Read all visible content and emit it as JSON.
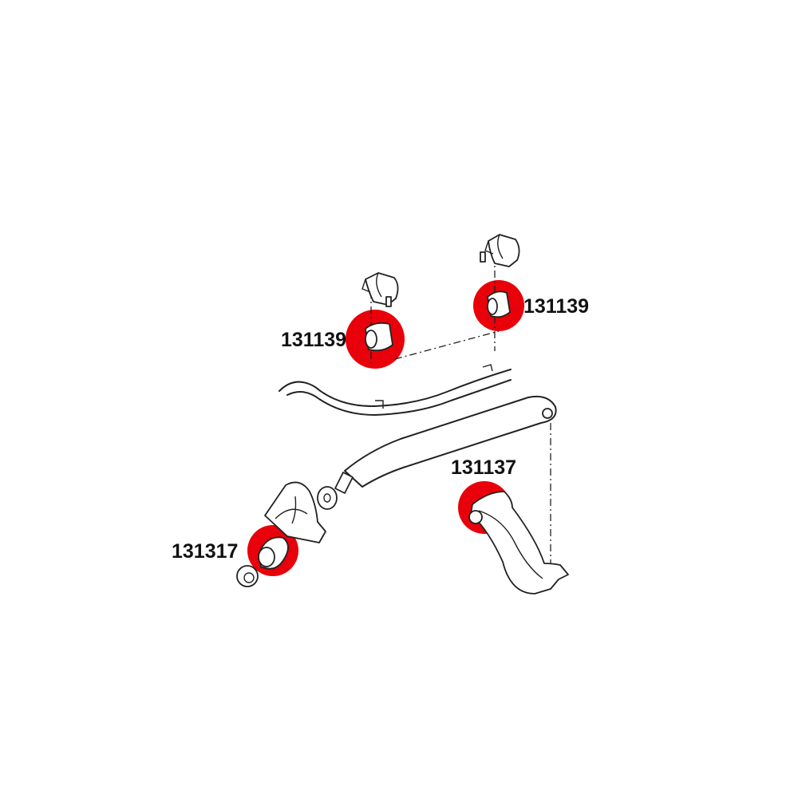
{
  "colors": {
    "highlight": "#e8000a",
    "line": "#222222",
    "background": "#ffffff"
  },
  "callouts": [
    {
      "part_number": "131139",
      "part": "sway-bar-bushing-left"
    },
    {
      "part_number": "131139",
      "part": "sway-bar-bushing-right"
    },
    {
      "part_number": "131137",
      "part": "control-arm-bushing"
    },
    {
      "part_number": "131317",
      "part": "strut-rod-bushing"
    }
  ]
}
